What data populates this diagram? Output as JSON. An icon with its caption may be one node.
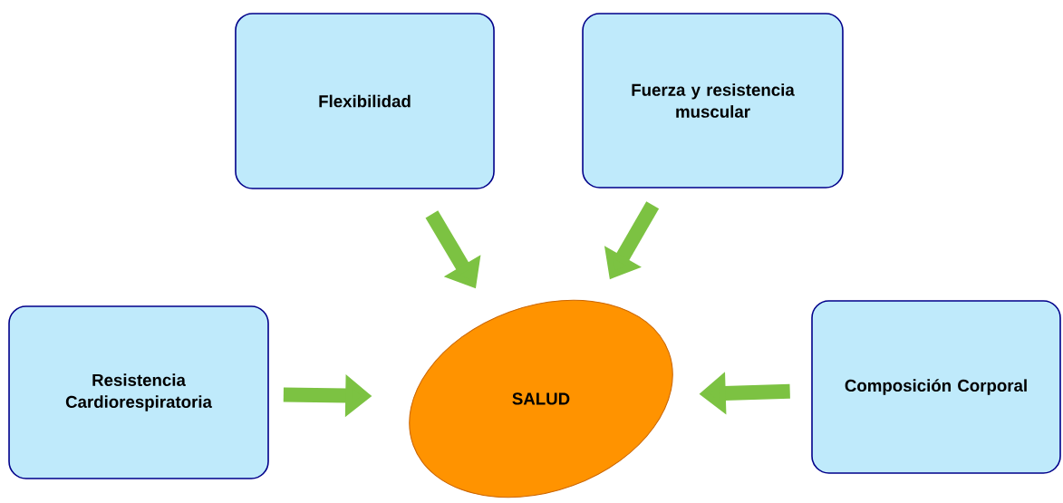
{
  "diagram": {
    "nodes": [
      {
        "text": [
          "Flexibilidad"
        ]
      },
      {
        "text": [
          "Fuerza y resistencia muscular"
        ]
      },
      {
        "text": [
          "Resistencia Cardiorespiratoria"
        ]
      },
      {
        "text": [
          "SALUD"
        ]
      },
      {
        "text": [
          "Composición Corporal"
        ]
      }
    ],
    "edges": [
      {
        "from": 0,
        "to": 3,
        "arrow": "to"
      },
      {
        "from": 1,
        "to": 3,
        "arrow": "to"
      },
      {
        "from": 2,
        "to": 3,
        "arrow": "to"
      },
      {
        "from": 4,
        "to": 3,
        "arrow": "to"
      }
    ]
  }
}
